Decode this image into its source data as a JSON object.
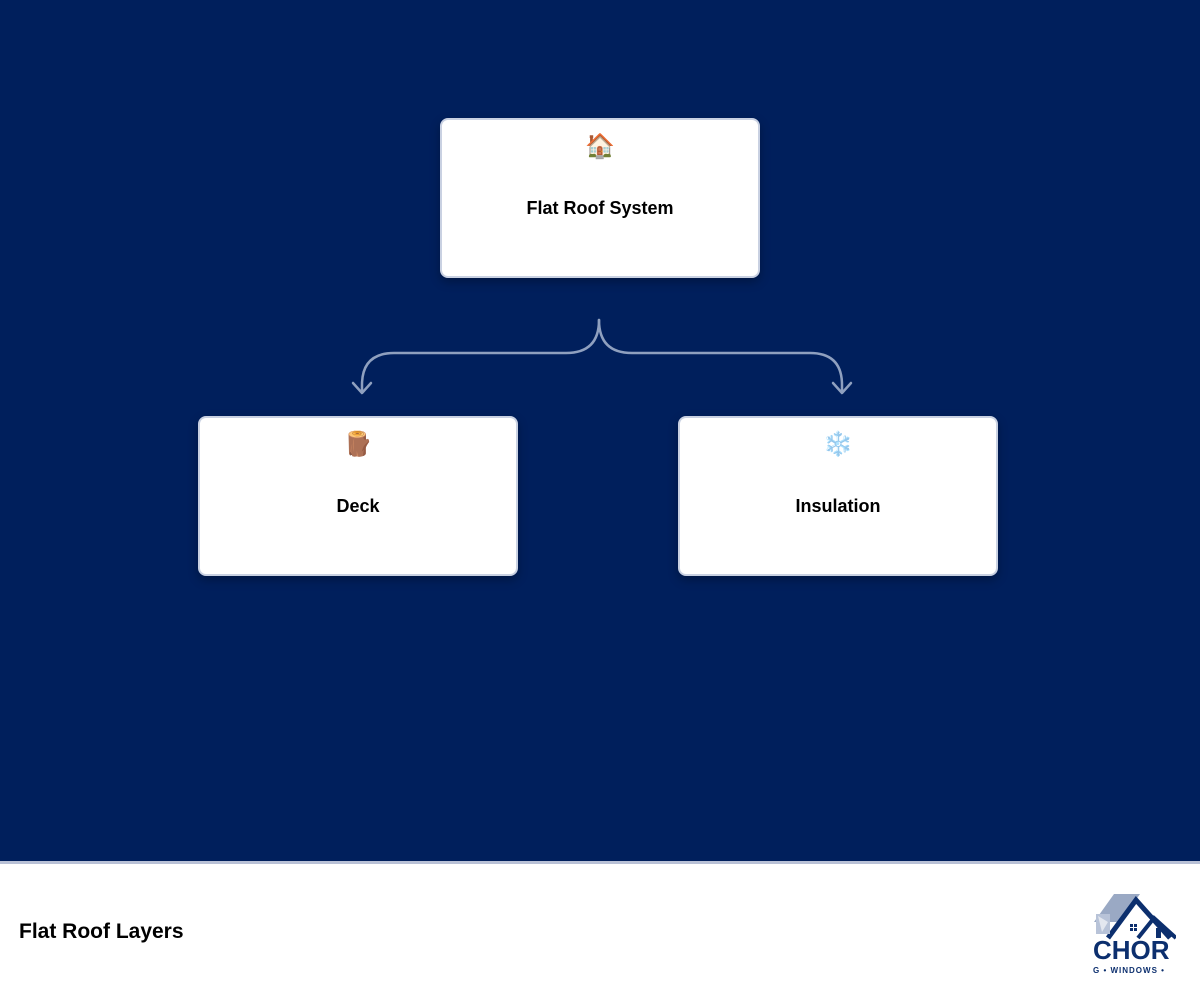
{
  "diagram": {
    "root": {
      "label": "Flat Roof System",
      "icon": "🏠",
      "icon_name": "house-icon"
    },
    "children": [
      {
        "id": "deck",
        "label": "Deck",
        "icon": "🪵",
        "icon_name": "wood-icon"
      },
      {
        "id": "insulation",
        "label": "Insulation",
        "icon": "❄️",
        "icon_name": "snowflake-icon"
      }
    ]
  },
  "footer": {
    "title": "Flat Roof Layers"
  },
  "logo": {
    "text": "CHOR",
    "tagline": "G • WINDOWS •"
  },
  "colors": {
    "background": "#001f5c",
    "node_fill": "#ffffff",
    "node_border": "#c9d1e2",
    "connector": "#8fa0bf",
    "logo_navy": "#0c2f6e",
    "logo_gray": "#9aa9c4"
  }
}
